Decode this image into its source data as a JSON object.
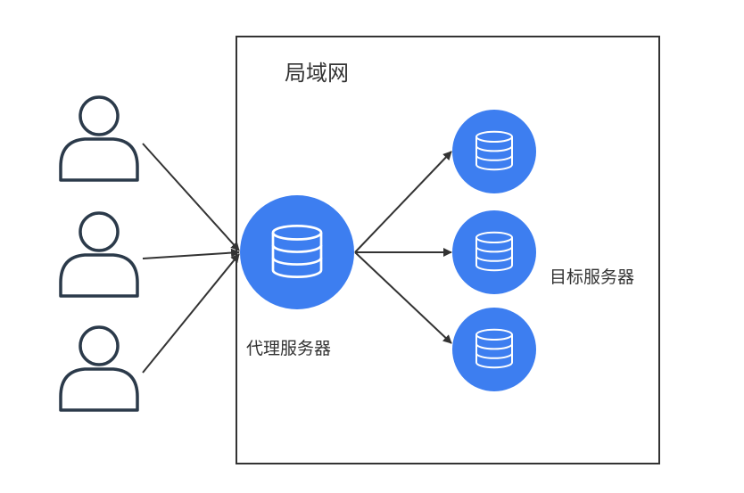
{
  "lan": {
    "label": "局域网"
  },
  "proxy": {
    "label": "代理服务器"
  },
  "targets": {
    "label": "目标服务器"
  },
  "users": [
    {
      "icon": "user-icon"
    },
    {
      "icon": "user-icon"
    },
    {
      "icon": "user-icon"
    }
  ],
  "servers": {
    "icon": "database-icon",
    "color": "#3d7ef0"
  },
  "colors": {
    "stroke": "#333333",
    "box": "#333333",
    "server": "#3d7ef0"
  }
}
